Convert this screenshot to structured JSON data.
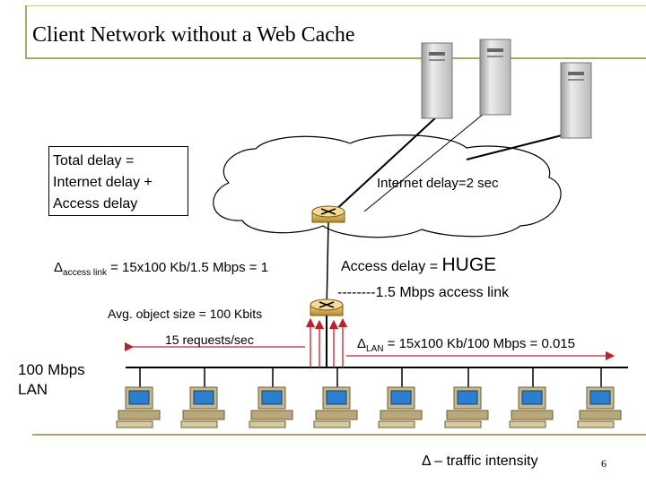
{
  "slide": {
    "title": "Client Network without a Web Cache",
    "page_number": "6"
  },
  "delay_box": {
    "text": "Total delay =\nInternet delay +\nAccess delay"
  },
  "labels": {
    "internet_delay": "Internet delay=2 sec",
    "access_delay_prefix": "Access delay = ",
    "access_delay_value": "HUGE",
    "access_link": "--------1.5 Mbps access link",
    "avg_object_size": "Avg. object size = 100 Kbits",
    "requests": "15 requests/sec",
    "lan": "100 Mbps\nLAN",
    "traffic_intensity": "Δ – traffic intensity"
  },
  "equations": {
    "access_link": {
      "symbol": "Δ",
      "subscript": "access link",
      "rhs": " = 15x100 Kb/1.5 Mbps = 1"
    },
    "lan": {
      "symbol": "Δ",
      "subscript": "LAN",
      "rhs": " = 15x100 Kb/100 Mbps = 0.015"
    }
  },
  "colors": {
    "accent": "#b4a566",
    "arrow_red": "#c0202a",
    "router": "#d4a84a",
    "cloud_stroke": "#000000"
  },
  "icons": {
    "server": "server-icon",
    "router": "router-icon",
    "workstation": "workstation-icon"
  }
}
